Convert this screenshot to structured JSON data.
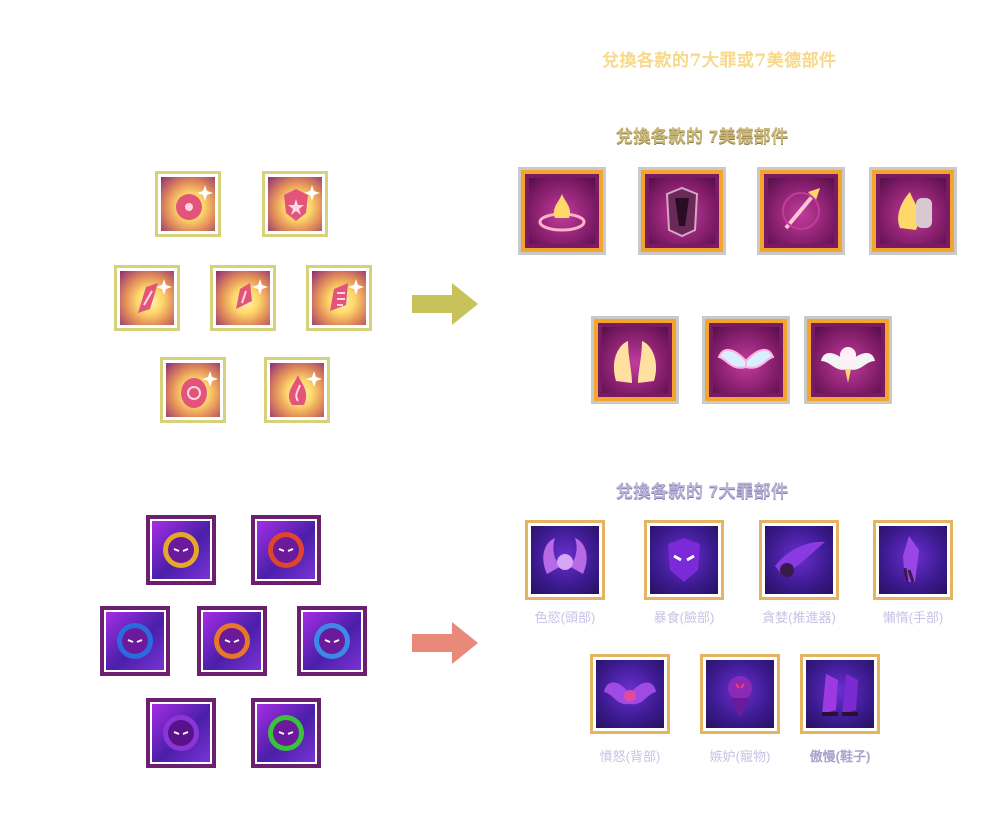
{
  "main_title": "兌換各款的7大罪或7美德部件",
  "virtue_section": {
    "title": "兌換各款的 7美德部件",
    "arrow_color": "#c8c25a",
    "stone_icons": [
      "virtue-stone-orb-icon",
      "virtue-stone-shield-icon",
      "virtue-stone-leaf-icon",
      "virtue-stone-crystal-icon",
      "virtue-stone-rune-icon",
      "virtue-stone-egg-icon",
      "virtue-stone-flame-icon"
    ],
    "item_icons": [
      "virtue-head-item-icon",
      "virtue-mask-item-icon",
      "virtue-weapon-item-icon",
      "virtue-hand-item-icon",
      "virtue-back-item-icon",
      "virtue-wings-item-icon",
      "virtue-pet-item-icon"
    ]
  },
  "sin_section": {
    "title": "兌換各款的 7大罪部件",
    "arrow_color": "#e8897a",
    "stone_icons": [
      "sin-orb-yellow-icon",
      "sin-orb-red-icon",
      "sin-orb-blue-icon",
      "sin-orb-orange-icon",
      "sin-orb-blue2-icon",
      "sin-orb-purple-icon",
      "sin-orb-green-icon"
    ],
    "items": [
      {
        "label": "色慾(頭部)",
        "icon": "lust-horns-icon"
      },
      {
        "label": "暴食(臉部)",
        "icon": "gluttony-mask-icon"
      },
      {
        "label": "貪婪(推進器)",
        "icon": "greed-thruster-icon"
      },
      {
        "label": "懶惰(手部)",
        "icon": "sloth-claw-icon"
      },
      {
        "label": "憤怒(背部)",
        "icon": "wrath-wings-icon"
      },
      {
        "label": "嫉妒(寵物)",
        "icon": "envy-pet-icon"
      },
      {
        "label": "傲慢(鞋子)",
        "icon": "pride-shoes-icon"
      }
    ]
  }
}
